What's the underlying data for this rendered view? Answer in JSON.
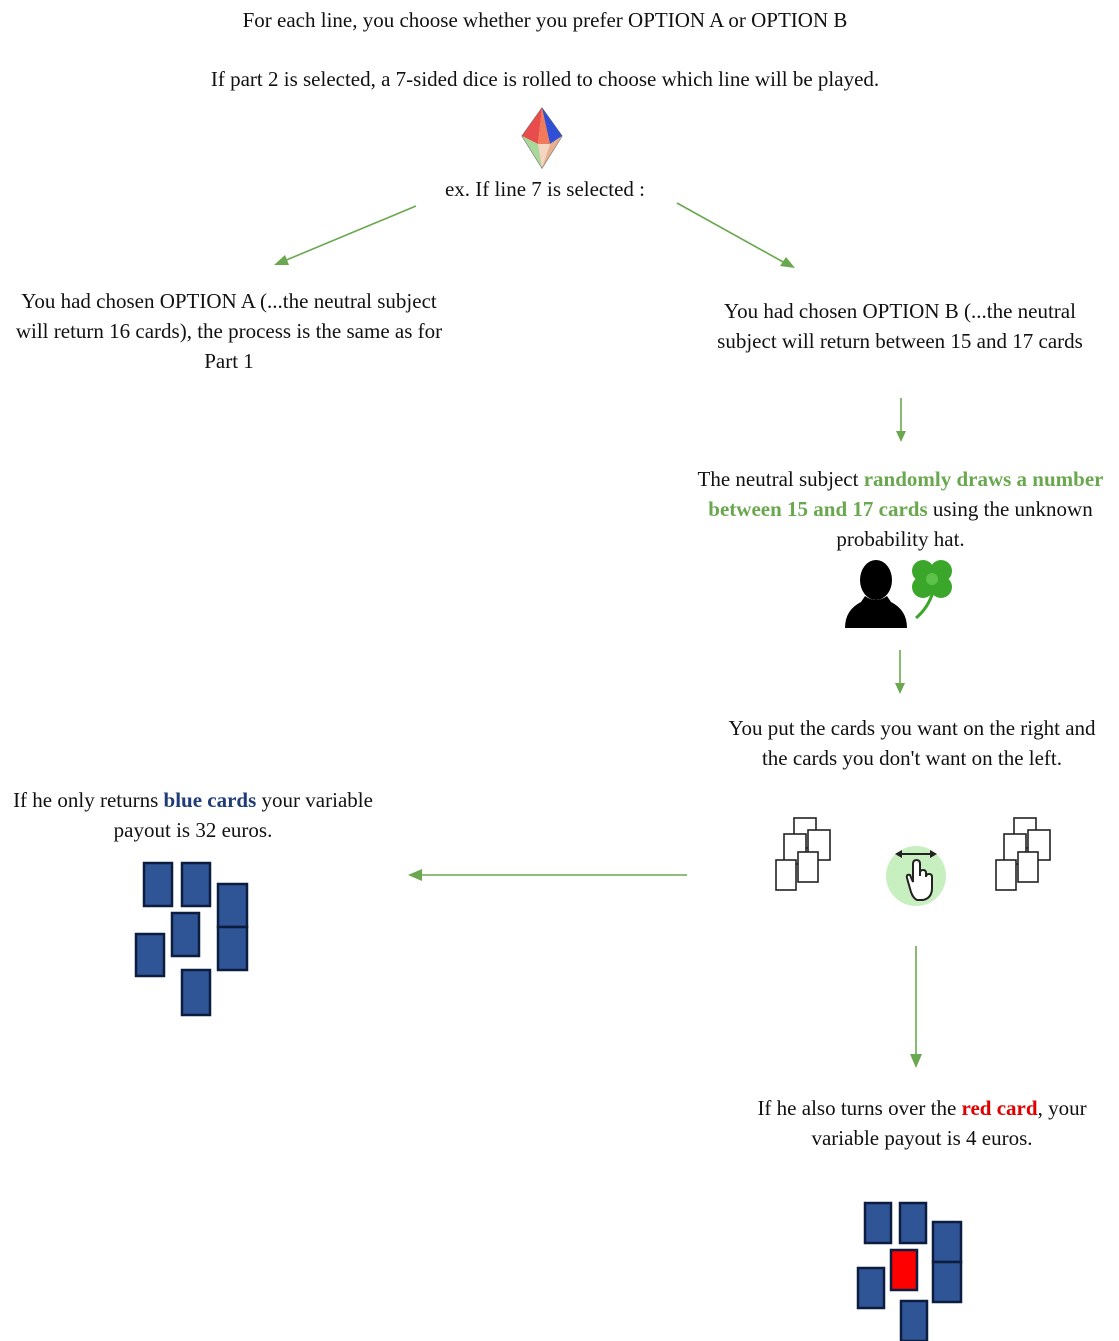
{
  "header": {
    "line1": "For each line, you choose whether you prefer OPTION A or OPTION B",
    "line2": "If part 2 is selected, a 7-sided dice is rolled to choose which line will be played.",
    "example": "ex. If line 7 is selected :"
  },
  "option_a": {
    "text": "You had chosen OPTION A (...the neutral subject will return 16 cards), the process is the same as for Part 1"
  },
  "option_b": {
    "text": "You had chosen OPTION B (...the neutral subject will return between 15 and 17 cards"
  },
  "draw_step": {
    "pre": "The neutral subject ",
    "highlight": "randomly draws a number between 15 and 17 cards",
    "post": " using the unknown probability hat."
  },
  "sort_step": {
    "text": "You put the cards you want on the right and the cards you don't want on the left."
  },
  "blue_outcome": {
    "pre": "If he only returns ",
    "highlight": "blue cards",
    "post": " your variable payout is 32 euros."
  },
  "red_outcome": {
    "pre": "If he also turns over the ",
    "highlight": "red card",
    "post": ", your variable payout is 4 euros."
  },
  "colors": {
    "arrow": "#6aa84f",
    "highlight_green": "#6aa84f",
    "blue_card": "#2f5597",
    "red_card": "#ff0000",
    "blue_text": "#1f3c78"
  },
  "icons": [
    "dice-icon",
    "person-icon",
    "clover-icon",
    "drag-hand-icon",
    "card-stack-icon"
  ]
}
